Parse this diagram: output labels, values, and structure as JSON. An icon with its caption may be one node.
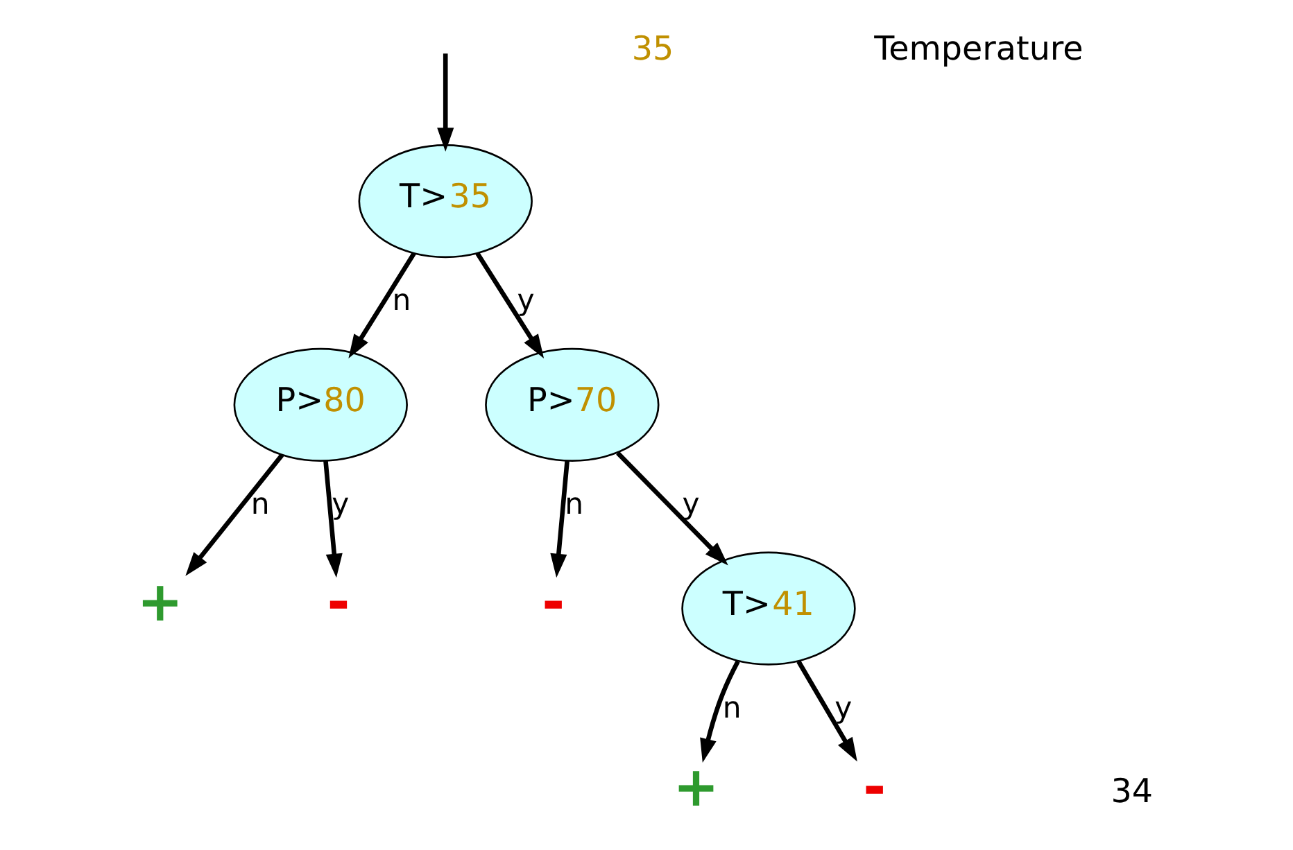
{
  "diagram": {
    "nodes": [
      {
        "text": [
          "T>35"
        ]
      },
      {
        "text": [
          "P>80"
        ]
      },
      {
        "text": [
          "P>70"
        ]
      },
      {
        "text": [
          "+"
        ]
      },
      {
        "text": [
          "-"
        ]
      },
      {
        "text": [
          "-"
        ]
      },
      {
        "text": [
          "T>41"
        ]
      },
      {
        "text": [
          "+"
        ]
      },
      {
        "text": [
          "-"
        ]
      }
    ],
    "edges": [
      {
        "from": null,
        "to": 0,
        "arrow": "to"
      },
      {
        "from": 0,
        "to": 1,
        "arrow": "to",
        "label": "n"
      },
      {
        "from": 0,
        "to": 2,
        "arrow": "to",
        "label": "y"
      },
      {
        "from": 1,
        "to": 3,
        "arrow": "to",
        "label": "n"
      },
      {
        "from": 1,
        "to": 4,
        "arrow": "to",
        "label": "y"
      },
      {
        "from": 2,
        "to": 5,
        "arrow": "to",
        "label": "n"
      },
      {
        "from": 2,
        "to": 6,
        "arrow": "to",
        "label": "y"
      },
      {
        "from": 6,
        "to": 7,
        "arrow": "to",
        "label": "n"
      },
      {
        "from": 6,
        "to": 8,
        "arrow": "to",
        "label": "y"
      }
    ],
    "labels": [
      "35",
      "Temperature",
      "34"
    ]
  }
}
